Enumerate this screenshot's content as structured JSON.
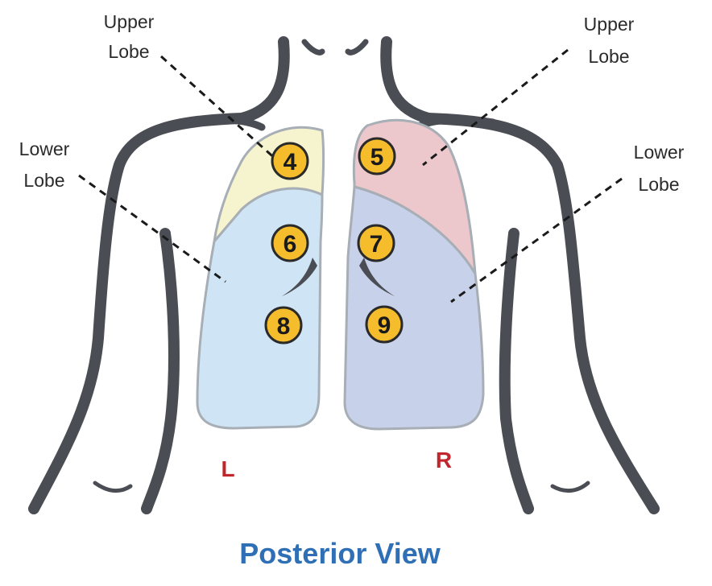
{
  "labels": {
    "left_upper": [
      "Upper",
      "Lobe"
    ],
    "left_lower": [
      "Lower",
      "Lobe"
    ],
    "right_upper": [
      "Upper",
      "Lobe"
    ],
    "right_lower": [
      "Lower",
      "Lobe"
    ]
  },
  "sides": {
    "left": "L",
    "right": "R"
  },
  "markers": [
    "4",
    "5",
    "6",
    "7",
    "8",
    "9"
  ],
  "caption": "Posterior View",
  "colors": {
    "body_outline": "#4a4d53",
    "left_upper_lobe": "#f6f3cf",
    "left_lower_lobe": "#cfe5f6",
    "right_upper_lobe": "#ecc8cc",
    "right_lower_lobe": "#c8d1ea",
    "marker_fill": "#f5bd2c",
    "marker_stroke": "#2a2a2a",
    "side_label": "#c0262c",
    "caption": "#2f6fb5"
  }
}
